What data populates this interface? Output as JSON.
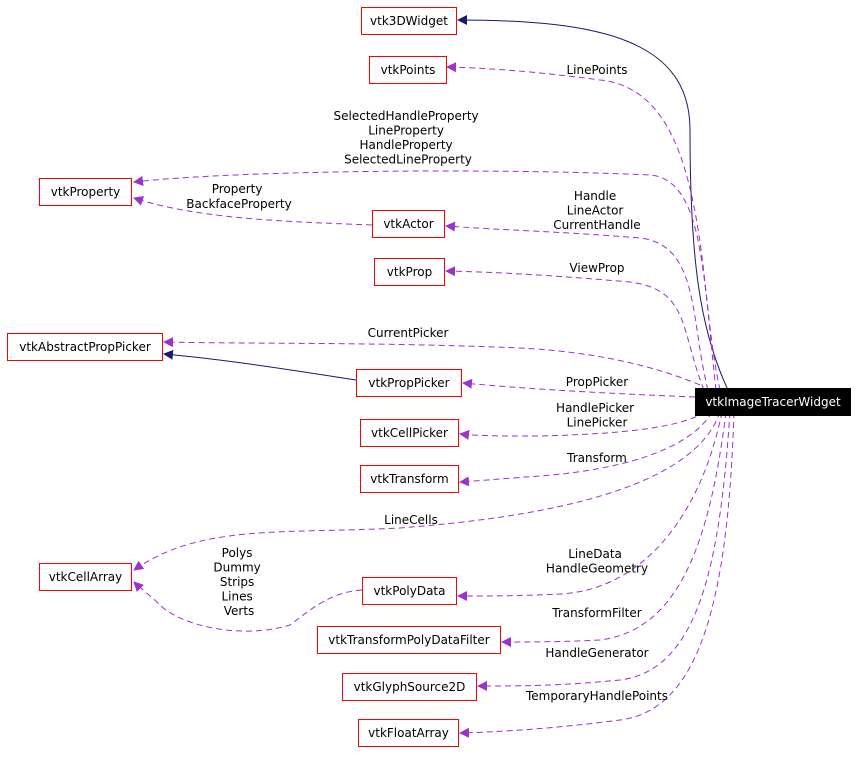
{
  "colors": {
    "node_border": "#ff0000",
    "inherit_edge": "#191970",
    "usage_edge": "#9a32cd",
    "main_fill": "#000000"
  },
  "nodes": {
    "vtk3DWidget": "vtk3DWidget",
    "vtkPoints": "vtkPoints",
    "vtkProperty": "vtkProperty",
    "vtkActor": "vtkActor",
    "vtkProp": "vtkProp",
    "vtkAbstractPropPicker": "vtkAbstractPropPicker",
    "vtkPropPicker": "vtkPropPicker",
    "vtkCellPicker": "vtkCellPicker",
    "vtkTransform": "vtkTransform",
    "vtkCellArray": "vtkCellArray",
    "vtkPolyData": "vtkPolyData",
    "vtkTransformPolyDataFilter": "vtkTransformPolyDataFilter",
    "vtkGlyphSource2D": "vtkGlyphSource2D",
    "vtkFloatArray": "vtkFloatArray",
    "vtkImageTracerWidget": "vtkImageTracerWidget"
  },
  "labels": {
    "linepoints": [
      "LinePoints"
    ],
    "property_main": [
      "SelectedHandleProperty",
      "LineProperty",
      "HandleProperty",
      "SelectedLineProperty"
    ],
    "property_actor": [
      "Property",
      "BackfaceProperty"
    ],
    "actor": [
      "Handle",
      "LineActor",
      "CurrentHandle"
    ],
    "viewprop": [
      "ViewProp"
    ],
    "currentpicker": [
      "CurrentPicker"
    ],
    "proppicker": [
      "PropPicker"
    ],
    "cellpicker": [
      "HandlePicker",
      "LinePicker"
    ],
    "transform": [
      "Transform"
    ],
    "linecells": [
      "LineCells"
    ],
    "polydata_cellarray": [
      "Polys",
      "Dummy",
      "Strips",
      "Lines",
      "Verts"
    ],
    "polydata": [
      "LineData",
      "HandleGeometry"
    ],
    "transformfilter": [
      "TransformFilter"
    ],
    "glyph": [
      "HandleGenerator"
    ],
    "floatarray": [
      "TemporaryHandlePoints"
    ]
  }
}
